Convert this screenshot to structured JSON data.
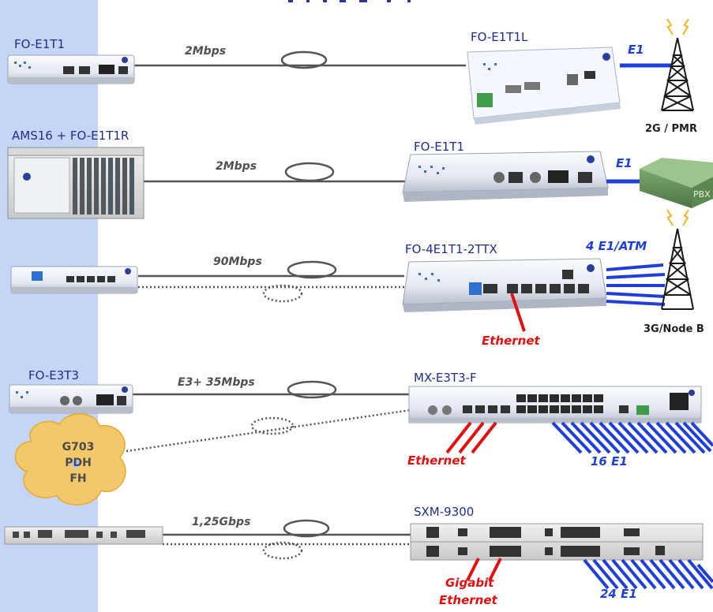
{
  "colors": {
    "left_band": "#c5d5f5",
    "device_label": "#1f2d8f",
    "e1_line": "#1f3fd8",
    "ethernet_line": "#e01010",
    "fiber": "#555555",
    "cloud": "#f3c86a"
  },
  "rows": [
    {
      "left_device": "FO-E1T1",
      "speed": "2Mbps",
      "right_device": "FO-E1T1L",
      "interface": "E1",
      "endpoint": "2G / PMR"
    },
    {
      "left_device": "AMS16 + FO-E1T1R",
      "speed": "2Mbps",
      "right_device": "FO-E1T1",
      "interface": "E1",
      "endpoint": "PBX"
    },
    {
      "left_device": "",
      "speed": "90Mbps",
      "right_device": "FO-4E1T1-2TTX",
      "interface": "4 E1/ATM",
      "endpoint": "3G/Node B",
      "ethernet": "Ethernet"
    },
    {
      "left_device": "FO-E3T3",
      "speed": "E3+ 35Mbps",
      "right_device": "MX-E3T3-F",
      "cloud_lines": [
        "G703",
        "PDH",
        "FH"
      ],
      "ethernet": "Ethernet",
      "e1_count": "16 E1"
    },
    {
      "left_device": "",
      "speed": "1,25Gbps",
      "right_device": "SXM-9300",
      "ethernet_line1": "Gigabit",
      "ethernet_line2": "Ethernet",
      "e1_count": "24 E1"
    }
  ]
}
